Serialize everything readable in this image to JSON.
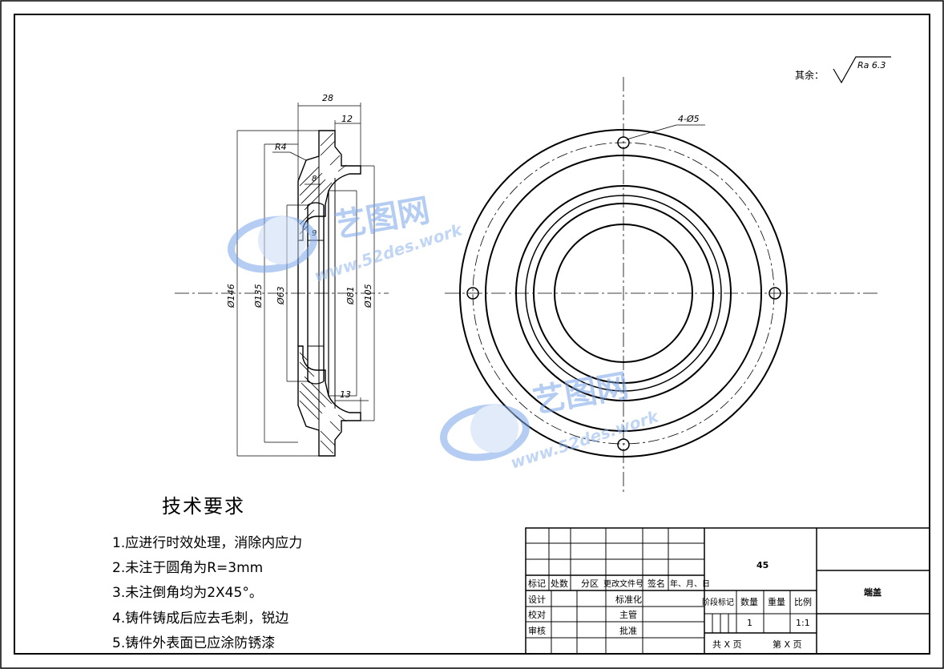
{
  "roughness": {
    "label": "其余：",
    "value": "Ra 6.3"
  },
  "dimensions": {
    "width_28": "28",
    "width_12": "12",
    "radius_r4": "R4",
    "width_8": "8",
    "width_9": "9",
    "width_13": "13",
    "dia_146": "Ø146",
    "dia_135": "Ø135",
    "dia_63": "Ø63",
    "dia_81": "Ø81",
    "dia_105": "Ø105",
    "holes": "4-Ø5"
  },
  "watermark": {
    "brand": "艺图网",
    "url": "www.52des.work"
  },
  "tech_requirements": {
    "title": "技术要求",
    "items": [
      "1.应进行时效处理，消除内应力",
      "2.未注于圆角为R=3mm",
      "3.未注倒角均为2X45°。",
      "4.铸件铸成后应去毛刺，锐边",
      "5.铸件外表面已应涂防锈漆"
    ]
  },
  "title_block": {
    "material": "45",
    "part_name": "端盖",
    "rev_headers": [
      "标记",
      "处数",
      "分区",
      "更改文件号",
      "签名",
      "年、月、日"
    ],
    "roles": [
      "设计",
      "校对",
      "审核"
    ],
    "roles2": [
      "标准化",
      "主管",
      "批准"
    ],
    "stage_headers": [
      "阶段标记",
      "数量",
      "重量",
      "比例"
    ],
    "quantity": "1",
    "scale": "1:1",
    "sheets_total": "共 X 页",
    "sheet_no": "第 X 页"
  }
}
